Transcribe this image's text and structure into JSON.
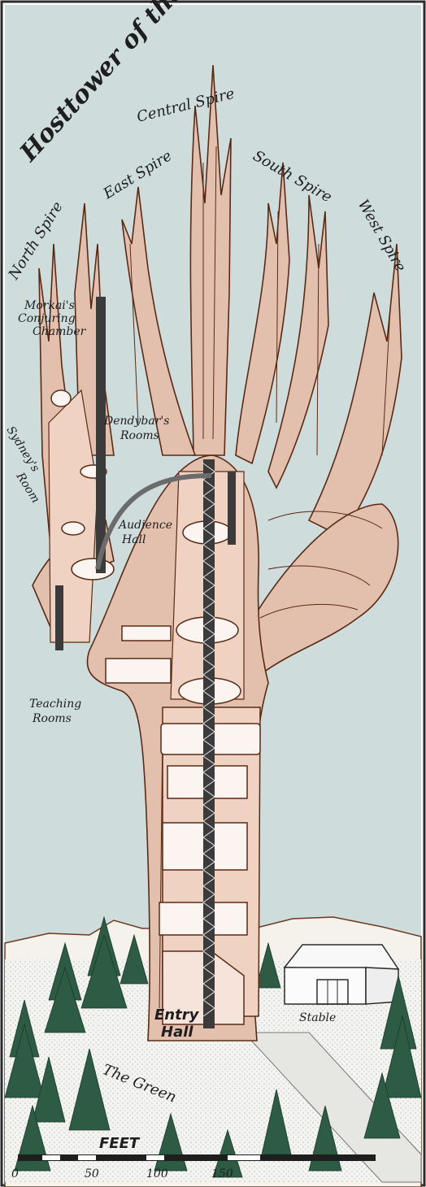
{
  "map": {
    "title": "Hosttower of the Arcane",
    "spires": {
      "north": "North Spire",
      "east": "East Spire",
      "central": "Central Spire",
      "south": "South Spire",
      "west": "West Spire"
    },
    "rooms": {
      "morkai_1": "Morkai's",
      "morkai_2": "Conjuring",
      "morkai_3": "Chamber",
      "dendybar_1": "Dendybar's",
      "dendybar_2": "Rooms",
      "sydney_1": "Sydney's",
      "sydney_2": "Room",
      "audience_1": "Audience",
      "audience_2": "Hall",
      "teaching_1": "Teaching",
      "teaching_2": "Rooms",
      "entry_1": "Entry",
      "entry_2": "Hall",
      "stable": "Stable",
      "green": "The Green"
    },
    "scale": {
      "unit": "FEET",
      "ticks": [
        "0",
        "50",
        "100",
        "150"
      ]
    },
    "colors": {
      "sky": "#cfdcdc",
      "bark": "#e3c0ae",
      "bark_line": "#5a2a14",
      "interior": "#f0d2c3",
      "ground": "#f4f4f0",
      "tree": "#2d5b44"
    }
  }
}
